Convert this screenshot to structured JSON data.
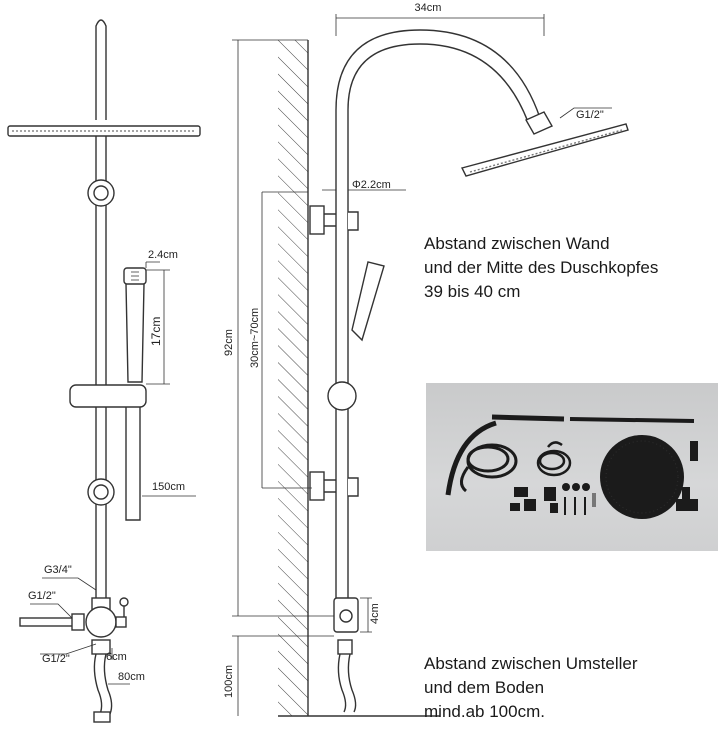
{
  "dimensions": {
    "arm_reach": "34cm",
    "head_thread": "G1/2\"",
    "pipe_diameter": "Φ2.2cm",
    "handheld_width": "2.4cm",
    "handheld_length": "17cm",
    "hose_length": "150cm",
    "total_height": "92cm",
    "holder_range": "30cm~70cm",
    "diverter_height": "4cm",
    "floor_distance": "100cm",
    "diverter_thread": "G3/4\"",
    "inlet_thread": "G1/2\"",
    "outlet_thread": "G1/2\"",
    "spout_height": "6cm",
    "spout_length": "80cm"
  },
  "notes": {
    "wall_head": [
      "Abstand zwischen Wand",
      "und der Mitte des Duschkopfes",
      "39 bis 40 cm"
    ],
    "diverter_floor": [
      "Abstand zwischen Umsteller",
      "und dem Boden",
      "mind.ab 100cm."
    ]
  },
  "colors": {
    "line": "#333333",
    "product_black": "#1b1b1b",
    "photo_bg": "#cfd0d1"
  },
  "icons": [
    "shower-head-icon",
    "hand-shower-icon",
    "hose-icon",
    "wall-bracket-icon",
    "screw-icon"
  ]
}
